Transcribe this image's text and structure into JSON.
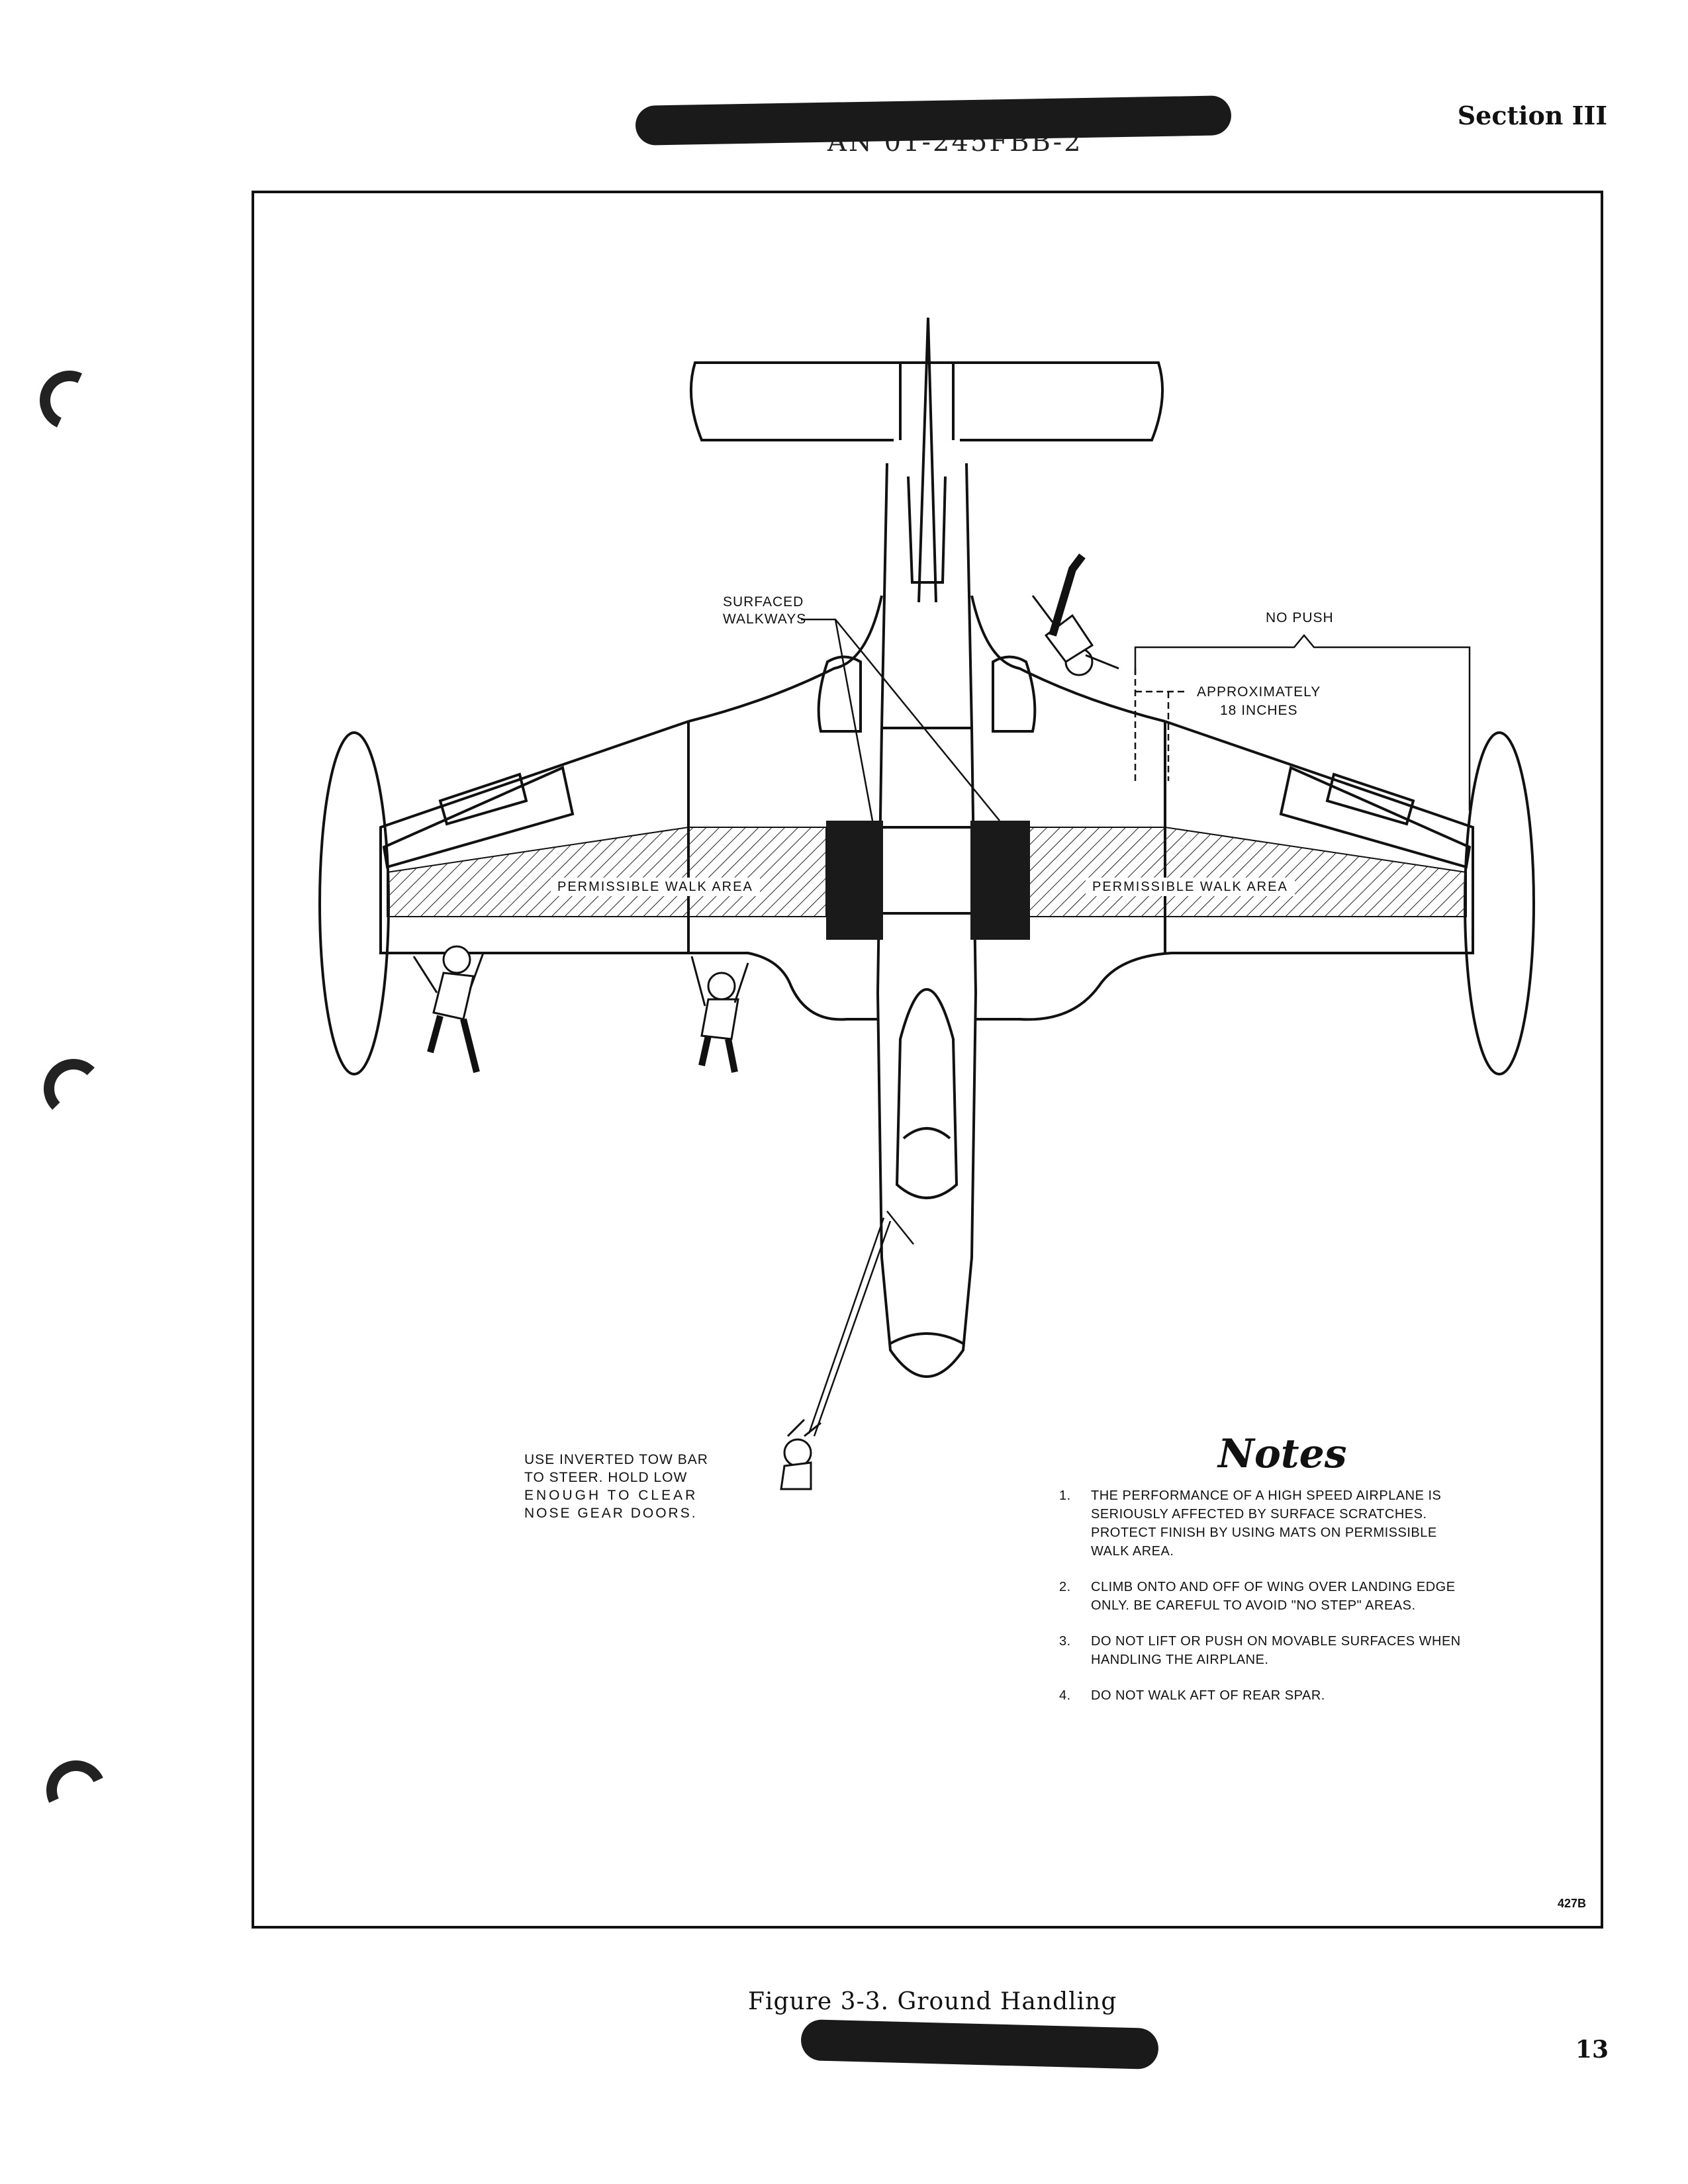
{
  "header": {
    "doc_number": "AN 01-245FBB-2",
    "section": "Section III"
  },
  "figure": {
    "surfaced_walkways_label": [
      "SURFACED",
      "WALKWAYS"
    ],
    "no_push_label": "NO PUSH",
    "approx_label": [
      "APPROXIMATELY",
      "18 INCHES"
    ],
    "walk_area_label": "PERMISSIBLE WALK AREA",
    "tow_note": [
      "USE INVERTED TOW BAR",
      "TO STEER.  HOLD LOW",
      "ENOUGH  TO CLEAR",
      "NOSE GEAR DOORS."
    ],
    "drawing_number": "427B"
  },
  "notes": {
    "title": "Notes",
    "items": [
      {
        "num": "1.",
        "text": "THE PERFORMANCE OF A HIGH SPEED AIRPLANE IS SERIOUSLY AFFECTED BY SURFACE SCRATCHES. PROTECT FINISH BY USING MATS ON PERMISSIBLE WALK AREA."
      },
      {
        "num": "2.",
        "text": "CLIMB ONTO AND OFF OF WING OVER LANDING EDGE ONLY.  BE CAREFUL TO AVOID \"NO STEP\" AREAS."
      },
      {
        "num": "3.",
        "text": "DO NOT LIFT OR PUSH ON MOVABLE SURFACES WHEN HANDLING THE AIRPLANE."
      },
      {
        "num": "4.",
        "text": "DO NOT WALK AFT OF REAR SPAR."
      }
    ]
  },
  "caption": "Figure 3-3.   Ground Handling",
  "page_number": "13"
}
